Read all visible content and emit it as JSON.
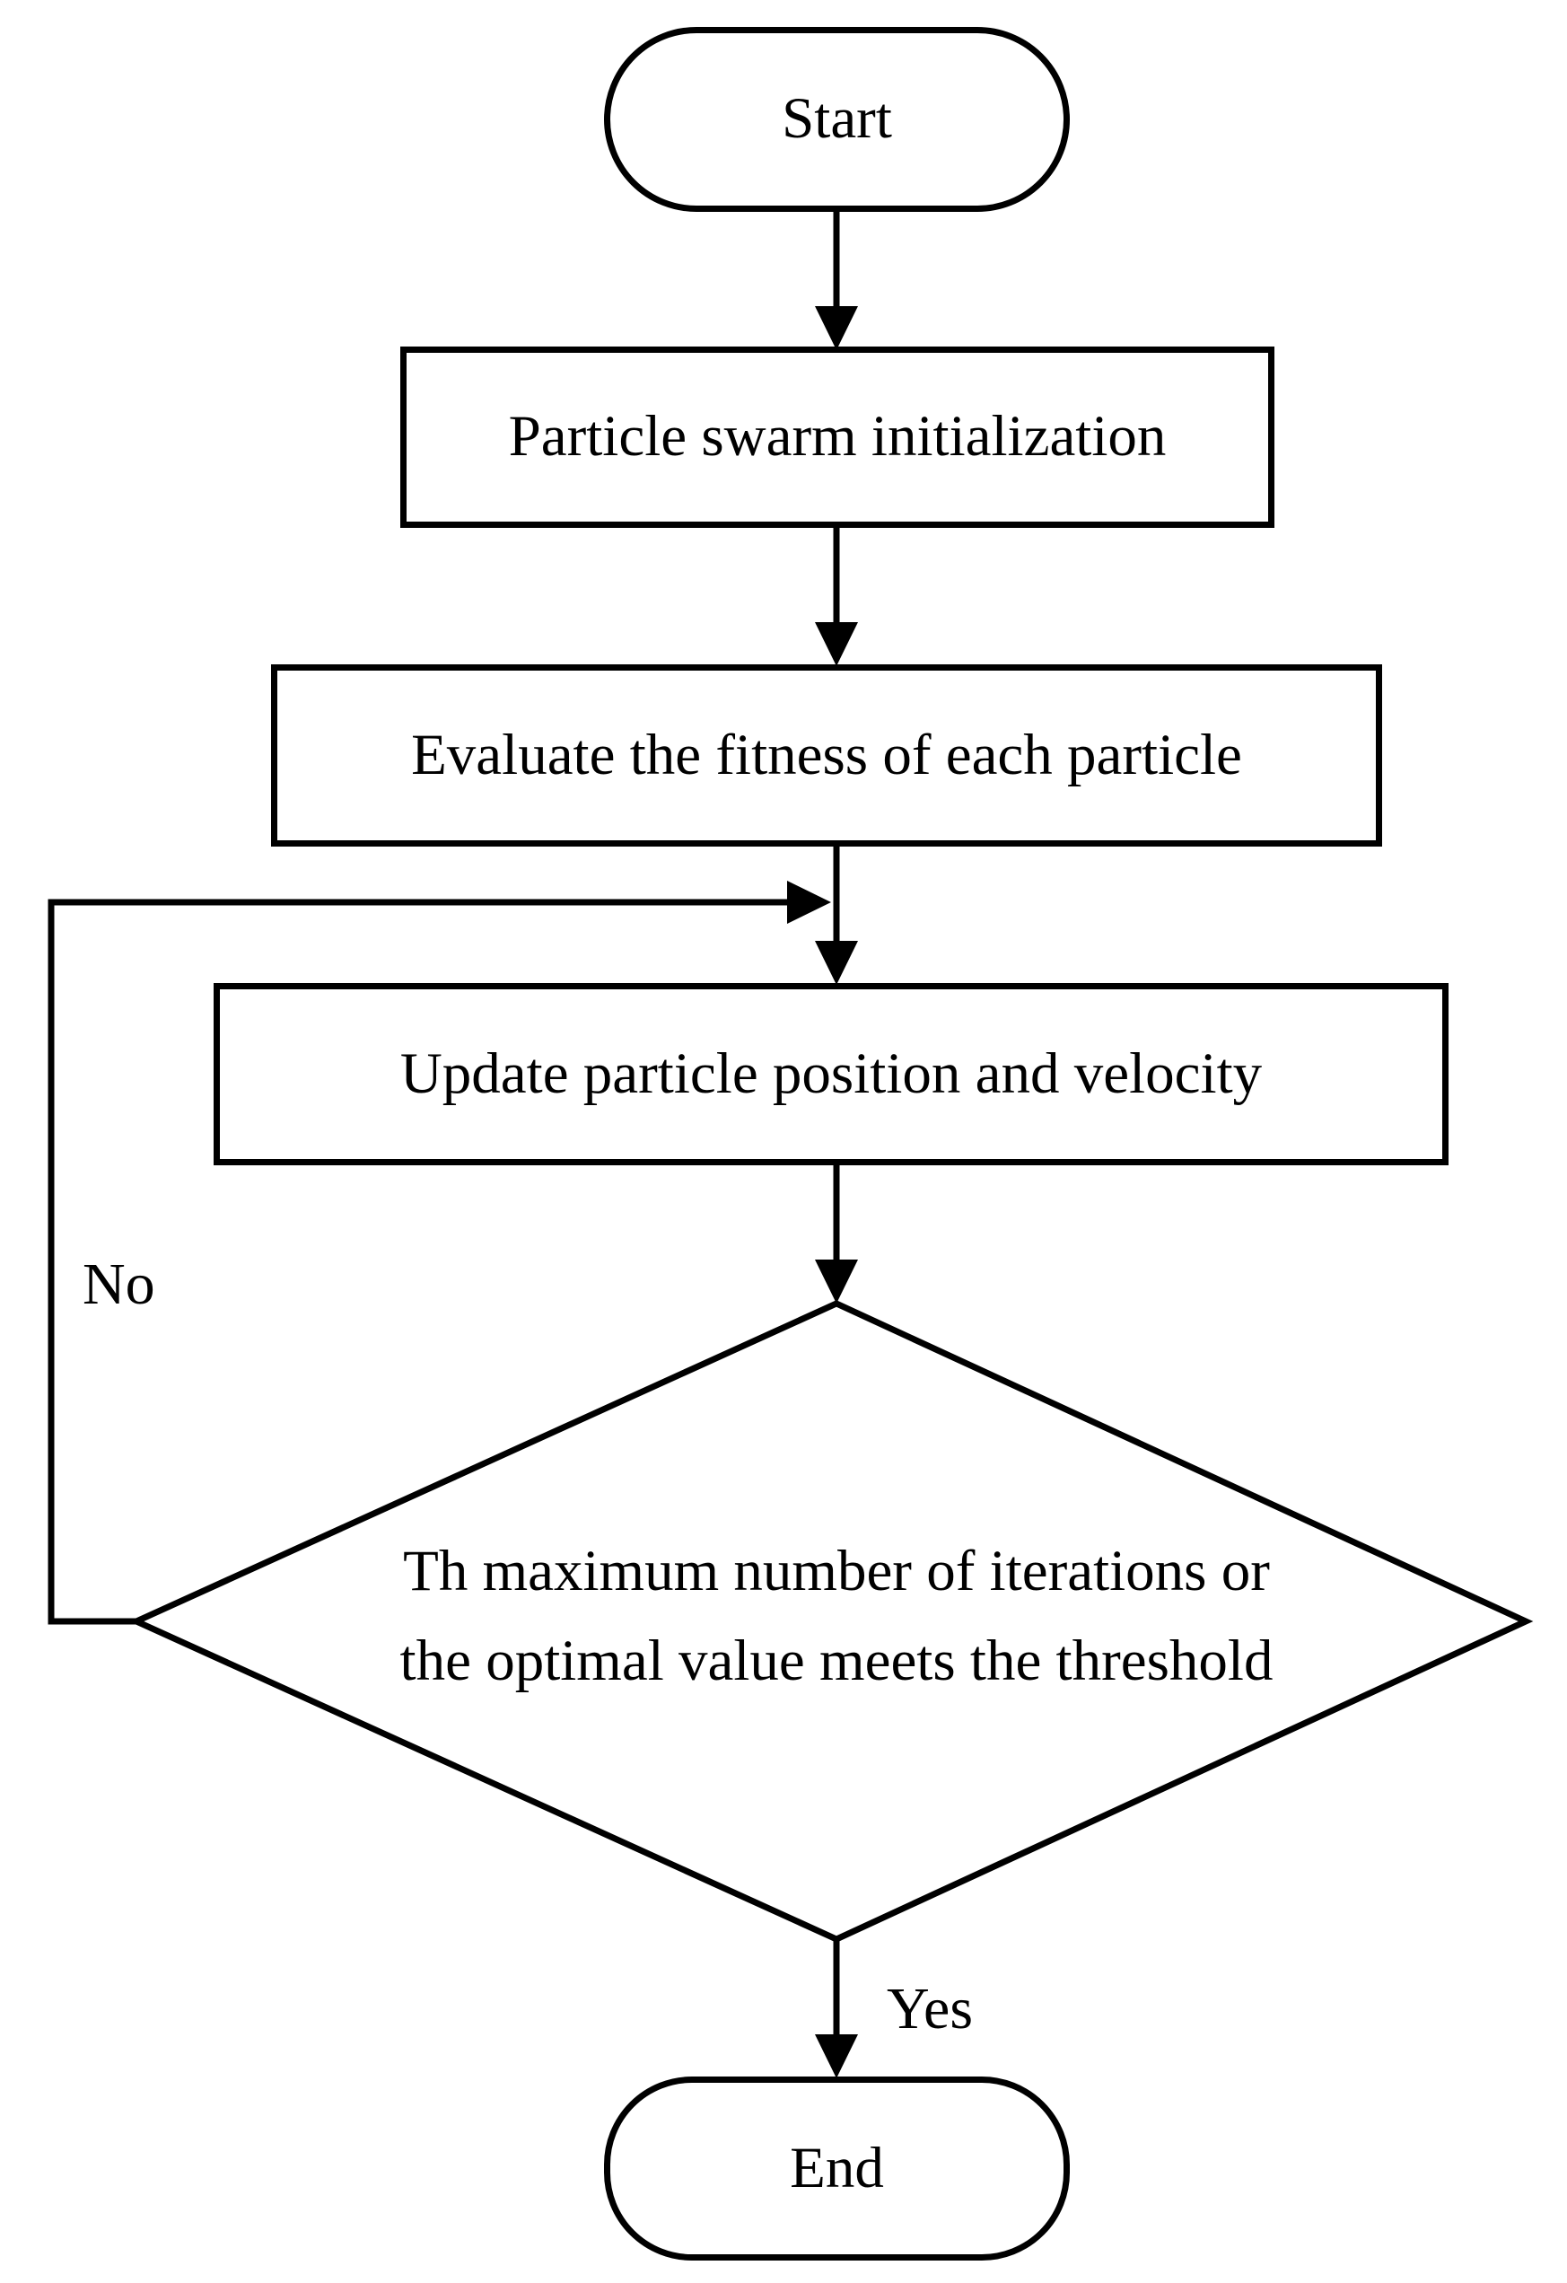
{
  "flowchart": {
    "nodes": {
      "start": "Start",
      "init": "Particle swarm initialization",
      "evaluate": "Evaluate the fitness of each particle",
      "update": "Update particle position and velocity",
      "decision_line1": "Th maximum number of iterations or",
      "decision_line2": "the optimal value meets the threshold",
      "end": "End"
    },
    "edge_labels": {
      "no": "No",
      "yes": "Yes"
    },
    "colors": {
      "stroke": "#000000",
      "background": "#ffffff",
      "text": "#000000"
    }
  }
}
